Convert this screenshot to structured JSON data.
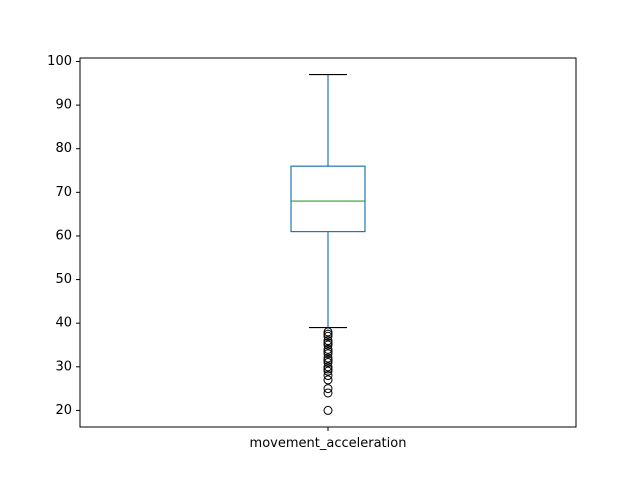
{
  "chart_data": {
    "type": "box",
    "categories": [
      "movement_acceleration"
    ],
    "box": {
      "whisker_low": 39,
      "q1": 61,
      "median": 68,
      "q3": 76,
      "whisker_high": 97
    },
    "outliers": [
      38,
      37.5,
      37,
      36,
      35.5,
      35,
      34,
      33.5,
      33,
      32,
      31.5,
      31,
      30,
      29.5,
      29,
      28,
      27,
      25,
      24,
      20
    ],
    "ylim": [
      16.2,
      100.8
    ],
    "yticks": [
      20,
      30,
      40,
      50,
      60,
      70,
      80,
      90,
      100
    ],
    "grid": false,
    "colors": {
      "box": "#1f77b4",
      "median": "#2ca02c",
      "whisker_cap": "#000000",
      "outlier": "#000000",
      "axes": "#000000"
    }
  }
}
